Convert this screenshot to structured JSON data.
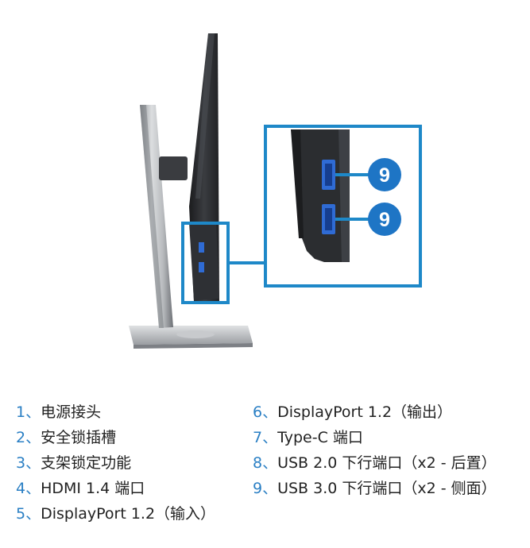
{
  "figure": {
    "badge_label": "9",
    "callout_color": "#1e88c8",
    "badge_color": "#1e75c5",
    "monitor_color": "#2b2d30",
    "stand_color": "#c4c6c9"
  },
  "legend": {
    "number_color": "#2a7fc4",
    "items": [
      {
        "num": "1、",
        "label": "电源接头"
      },
      {
        "num": "2、",
        "label": "安全锁插槽"
      },
      {
        "num": "3、",
        "label": "支架锁定功能"
      },
      {
        "num": "4、",
        "label": "HDMI 1.4 端口"
      },
      {
        "num": "5、",
        "label": "DisplayPort 1.2（输入）"
      },
      {
        "num": "6、",
        "label": "DisplayPort 1.2（输出）"
      },
      {
        "num": "7、",
        "label": "Type-C 端口"
      },
      {
        "num": "8、",
        "label": "USB 2.0 下行端口（x2 - 后置）"
      },
      {
        "num": "9、",
        "label": "USB 3.0 下行端口（x2 - 侧面）"
      }
    ]
  }
}
